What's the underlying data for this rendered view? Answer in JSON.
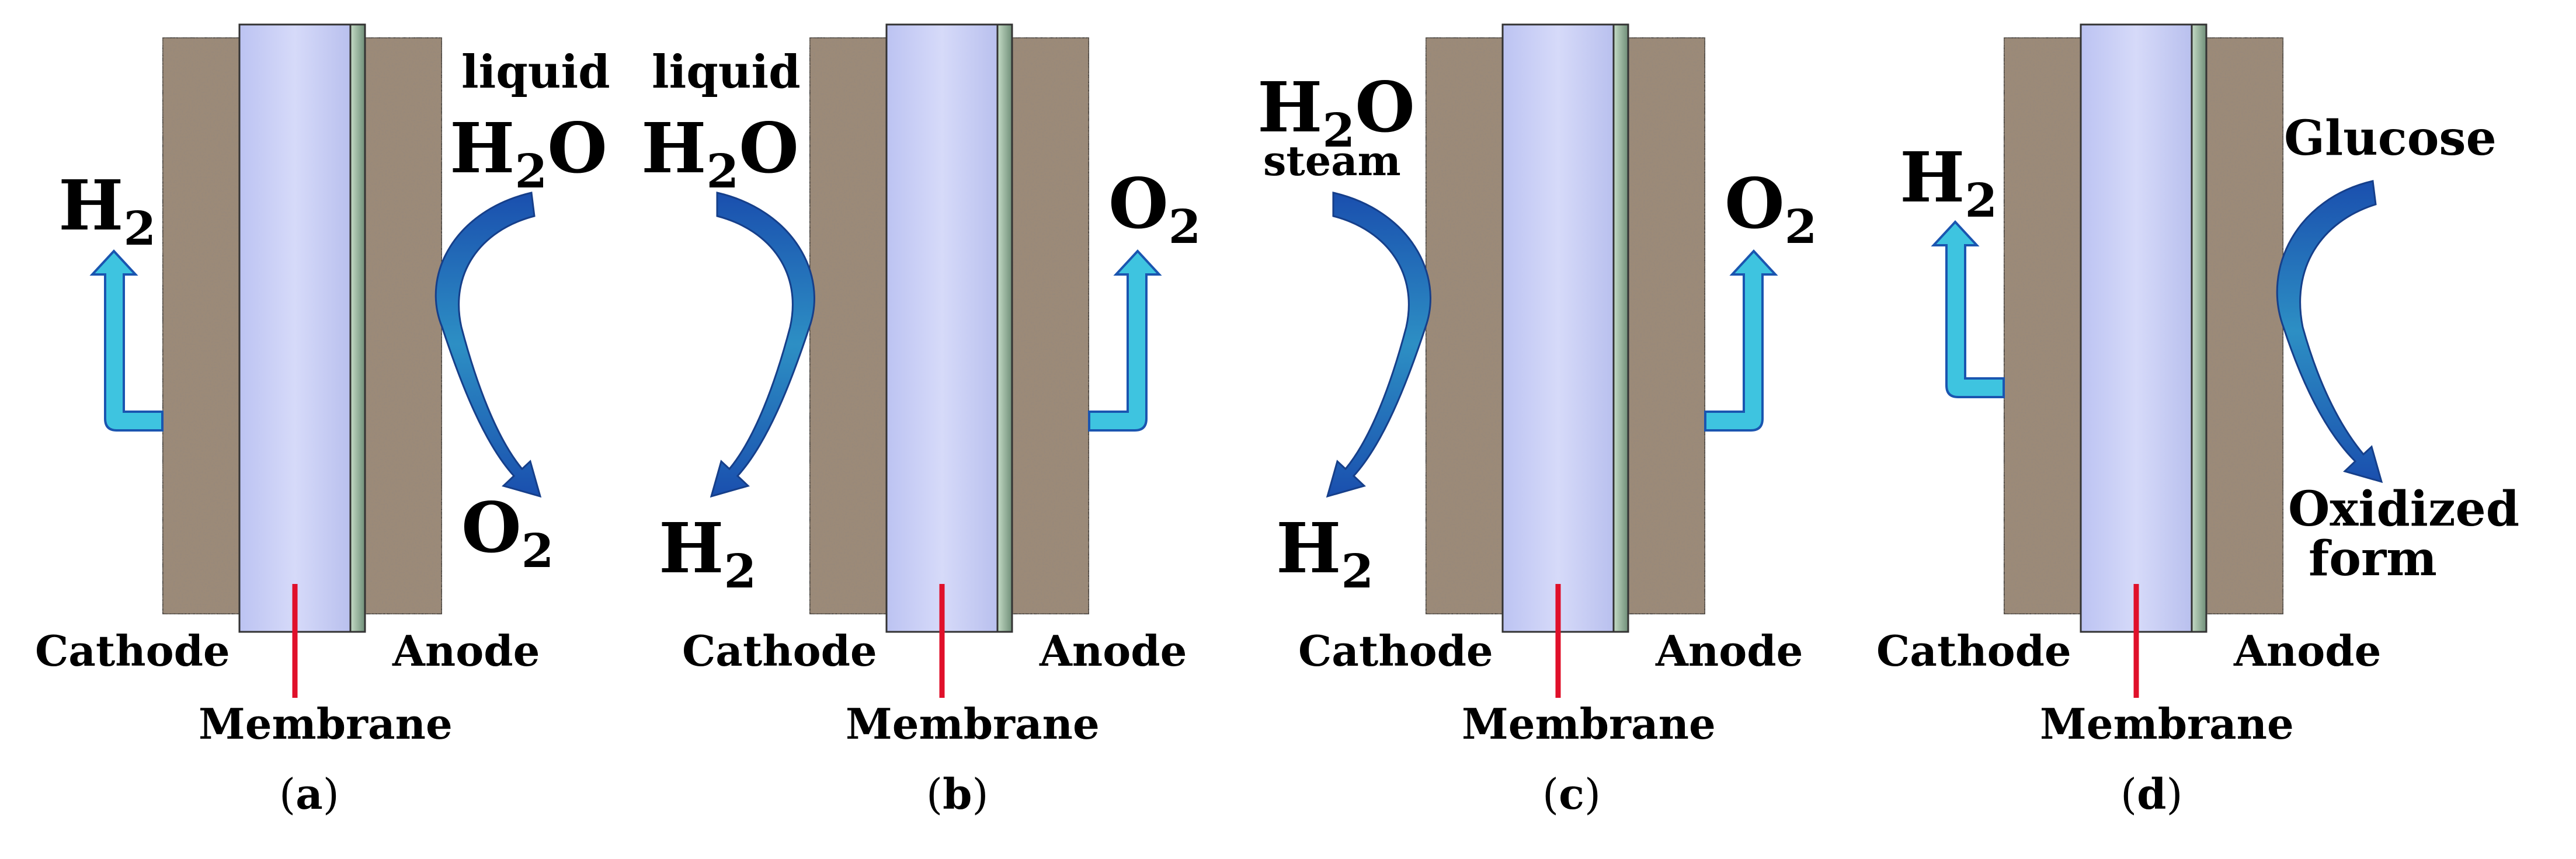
{
  "panels": [
    {
      "id": "a",
      "caption_open": "(",
      "caption_letter": "a",
      "caption_close": ")",
      "labels": {
        "cathode": "Cathode",
        "anode": "Anode",
        "membrane": "Membrane",
        "h2_a": "H",
        "h2_b": "2",
        "liquid": "liquid",
        "h2o_a": "H",
        "h2o_b": "2",
        "h2o_c": "O",
        "o2_a": "O",
        "o2_b": "2"
      }
    },
    {
      "id": "b",
      "caption_open": "(",
      "caption_letter": "b",
      "caption_close": ")",
      "labels": {
        "cathode": "Cathode",
        "anode": "Anode",
        "membrane": "Membrane",
        "liquid": "liquid",
        "h2o_a": "H",
        "h2o_b": "2",
        "h2o_c": "O",
        "h2_a": "H",
        "h2_b": "2",
        "o2_a": "O",
        "o2_b": "2"
      }
    },
    {
      "id": "c",
      "caption_open": "(",
      "caption_letter": "c",
      "caption_close": ")",
      "labels": {
        "cathode": "Cathode",
        "anode": "Anode",
        "membrane": "Membrane",
        "h2o_a": "H",
        "h2o_b": "2",
        "h2o_c": "O",
        "steam": "steam",
        "h2_a": "H",
        "h2_b": "2",
        "o2_a": "O",
        "o2_b": "2"
      }
    },
    {
      "id": "d",
      "caption_open": "(",
      "caption_letter": "d",
      "caption_close": ")",
      "labels": {
        "cathode": "Cathode",
        "anode": "Anode",
        "membrane": "Membrane",
        "h2_a": "H",
        "h2_b": "2",
        "glucose": "Glucose",
        "oxidized_1": "Oxidized",
        "oxidized_2": "form"
      }
    }
  ],
  "colors": {
    "electrode": "#9c8a78",
    "membrane": "#cfd3f7",
    "membrane_line": "#e0102a",
    "arrow_light": "#3ec4e0",
    "arrow_dark": "#1a55b0"
  }
}
